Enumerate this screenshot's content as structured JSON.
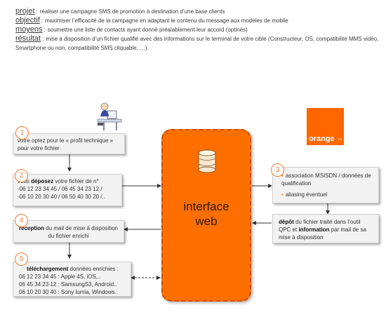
{
  "intro": [
    {
      "term": "projet",
      "text": "réaliser une campagne SMS de promotion  à destination d’une base clients"
    },
    {
      "term": "objectif",
      "text": "maximiser l’efficacité de la campagne en adaptant  le contenu du message aux modèles de mobile"
    },
    {
      "term": "moyens",
      "text": "soumettre une liste de contacts ayant donné préalablement leur accord (optinés)"
    },
    {
      "term": "résultat",
      "text": "mise à disposition  d’un fichier qualifié avec des informations  sur le terminal de votre cible (Constructeur, OS, compatibilité  MMS vidéo,  Smartphone ou non, compatibilité  SMS cliquable, …)."
    }
  ],
  "center": {
    "line1": "interface",
    "line2": "web"
  },
  "logo": {
    "text": "orange",
    "tm": "TM"
  },
  "steps": {
    "s1": {
      "num": "1",
      "text": "votre optez pour le « profil technique » pour votre fichier"
    },
    "s2": {
      "num": "2",
      "pre": "vous ",
      "bold": "déposez",
      "post": " votre fichier de n°",
      "lines": [
        "-06 12 23 34 45 / 06 45 34 23 12 /",
        "-06 10 20 30 40 / 06 50 40 30 20 /.."
      ]
    },
    "s3": {
      "num": "3",
      "items": [
        "association MSISDN / données de qualification",
        "aliasing éventuel"
      ]
    },
    "s4": {
      "num": "4",
      "bold": "réception",
      "post": " du mail de mise à disposition  du fichier enrichi"
    },
    "s5": {
      "num": "5",
      "bold": "téléchargement",
      "post": " données enrichies :",
      "lines": [
        "06 12 23 34 45 : Apple 4S, iOS,..",
        "06 45 34 23 12 : SamsungS3, Android..",
        "06 10 20 30 40 : Sony lumia, Windows.."
      ]
    },
    "s6": {
      "bold1": "dépôt",
      "mid": " du fichier traité dans l’outil QPC et ",
      "bold2": "information",
      "post": " par mail de sa mise à disposition"
    }
  }
}
